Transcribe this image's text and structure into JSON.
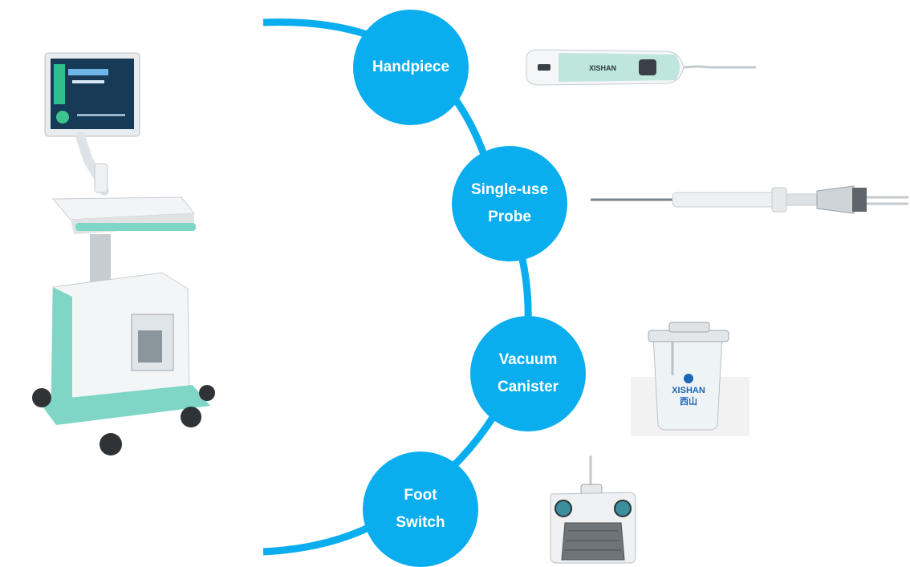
{
  "colors": {
    "accent": "#0aaeef",
    "device_teal": "#7fd6c7",
    "background": "#ffffff"
  },
  "components": [
    {
      "line1": "Handpiece",
      "line2": ""
    },
    {
      "line1": "Single-use",
      "line2": "Probe"
    },
    {
      "line1": "Vacuum",
      "line2": "Canister"
    },
    {
      "line1": "Foot",
      "line2": "Switch"
    }
  ],
  "images": {
    "main_system": "biopsy-system-cart",
    "handpiece": "handpiece-device",
    "probe": "single-use-probe-needle",
    "canister": "vacuum-canister-jar",
    "foot_switch": "foot-switch-pedal"
  },
  "brand": {
    "canister_logo_text": "XISHAN",
    "canister_logo_cn": "西山",
    "handpiece_logo_text": "XISHAN"
  }
}
